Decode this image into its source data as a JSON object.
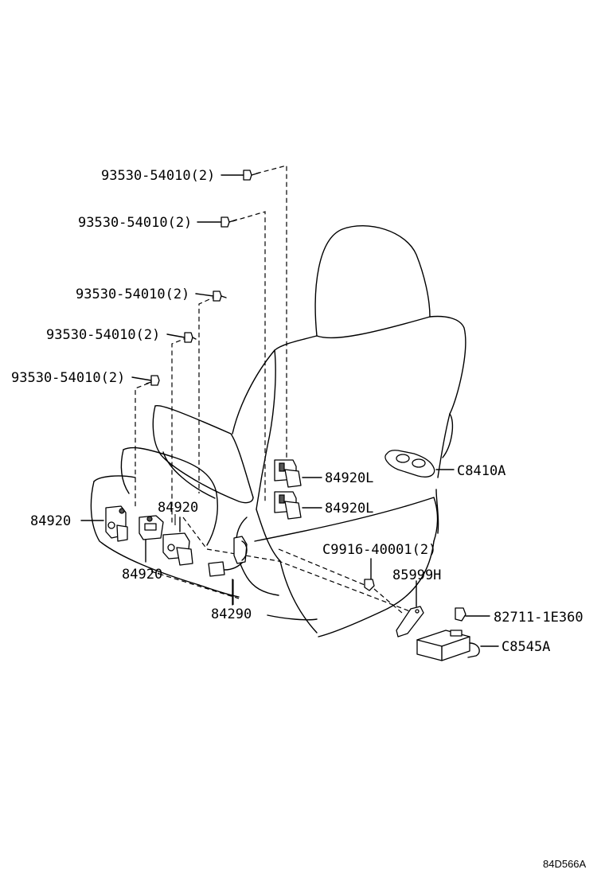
{
  "diagram": {
    "labels": {
      "bolt_1": "93530-54010(2)",
      "bolt_2": "93530-54010(2)",
      "bolt_3": "93530-54010(2)",
      "bolt_4": "93530-54010(2)",
      "bolt_5": "93530-54010(2)",
      "cover_left": "84920",
      "cover_mid_upper": "84920",
      "cover_mid_lower": "84920",
      "switch_l_upper": "84920L",
      "switch_l_lower": "84920L",
      "wire_harness": "84290",
      "switch_panel": "C8410A",
      "screw": "C9916-40001(2)",
      "bracket": "85999H",
      "clamp": "82711-1E360",
      "ecu": "C8545A"
    },
    "figure_code": "84D566A"
  }
}
